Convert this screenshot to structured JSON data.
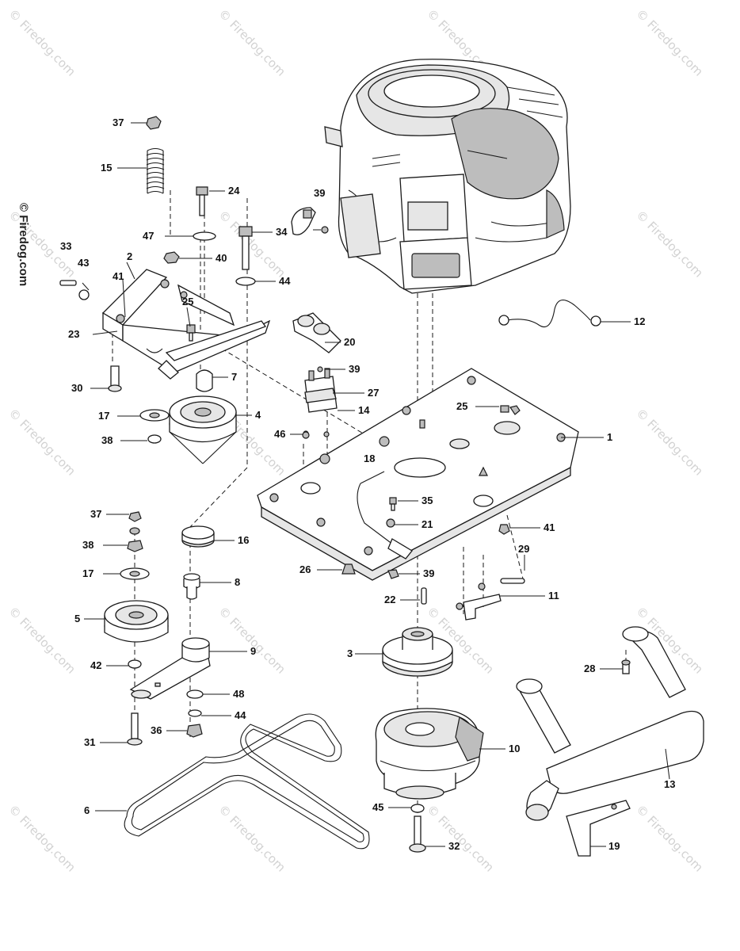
{
  "watermark": {
    "text": "© Firedog.com",
    "side_text": "© Firedog.com"
  },
  "callouts": [
    {
      "id": "c37a",
      "label": "37"
    },
    {
      "id": "c15",
      "label": "15"
    },
    {
      "id": "c24",
      "label": "24"
    },
    {
      "id": "c47",
      "label": "47"
    },
    {
      "id": "c34",
      "label": "34"
    },
    {
      "id": "c33",
      "label": "33"
    },
    {
      "id": "c43",
      "label": "43"
    },
    {
      "id": "c2",
      "label": "2"
    },
    {
      "id": "c40",
      "label": "40"
    },
    {
      "id": "c41a",
      "label": "41"
    },
    {
      "id": "c44a",
      "label": "44"
    },
    {
      "id": "c25a",
      "label": "25"
    },
    {
      "id": "c23",
      "label": "23"
    },
    {
      "id": "c39a",
      "label": "39"
    },
    {
      "id": "c20",
      "label": "20"
    },
    {
      "id": "c12",
      "label": "12"
    },
    {
      "id": "c39b",
      "label": "39"
    },
    {
      "id": "c7",
      "label": "7"
    },
    {
      "id": "c30",
      "label": "30"
    },
    {
      "id": "c27",
      "label": "27"
    },
    {
      "id": "c14",
      "label": "14"
    },
    {
      "id": "c17a",
      "label": "17"
    },
    {
      "id": "c4",
      "label": "4"
    },
    {
      "id": "c25b",
      "label": "25"
    },
    {
      "id": "c1",
      "label": "1"
    },
    {
      "id": "c38a",
      "label": "38"
    },
    {
      "id": "c46",
      "label": "46"
    },
    {
      "id": "c18",
      "label": "18"
    },
    {
      "id": "c35",
      "label": "35"
    },
    {
      "id": "c37b",
      "label": "37"
    },
    {
      "id": "c16",
      "label": "16"
    },
    {
      "id": "c21",
      "label": "21"
    },
    {
      "id": "c41b",
      "label": "41"
    },
    {
      "id": "c38b",
      "label": "38"
    },
    {
      "id": "c29",
      "label": "29"
    },
    {
      "id": "c17b",
      "label": "17"
    },
    {
      "id": "c26",
      "label": "26"
    },
    {
      "id": "c39c",
      "label": "39"
    },
    {
      "id": "c8",
      "label": "8"
    },
    {
      "id": "c22",
      "label": "22"
    },
    {
      "id": "c11",
      "label": "11"
    },
    {
      "id": "c5",
      "label": "5"
    },
    {
      "id": "c9",
      "label": "9"
    },
    {
      "id": "c3",
      "label": "3"
    },
    {
      "id": "c42",
      "label": "42"
    },
    {
      "id": "c28",
      "label": "28"
    },
    {
      "id": "c48",
      "label": "48"
    },
    {
      "id": "c44b",
      "label": "44"
    },
    {
      "id": "c36",
      "label": "36"
    },
    {
      "id": "c31",
      "label": "31"
    },
    {
      "id": "c10",
      "label": "10"
    },
    {
      "id": "c13",
      "label": "13"
    },
    {
      "id": "c6",
      "label": "6"
    },
    {
      "id": "c45",
      "label": "45"
    },
    {
      "id": "c32",
      "label": "32"
    },
    {
      "id": "c19",
      "label": "19"
    }
  ]
}
